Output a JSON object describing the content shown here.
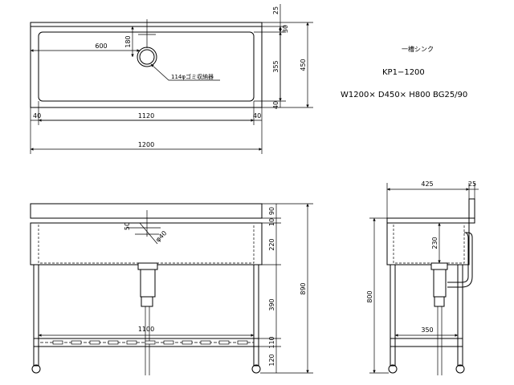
{
  "title_block": {
    "product_name": "一槽シンク",
    "model": "KP1−1200",
    "spec": "W1200× D450× H800 BG25/90"
  },
  "top_view": {
    "dim_600": "600",
    "dim_180": "180",
    "dim_1120": "1120",
    "dim_40_left": "40",
    "dim_40_right": "40",
    "dim_1200": "1200",
    "dim_25": "25",
    "dim_30": "30",
    "dim_355": "355",
    "dim_40_side": "40",
    "dim_450": "450",
    "drain_label": "114φゴミ収納器"
  },
  "front_view": {
    "dim_50": "50",
    "dim_40_drain": "φ40",
    "dim_90": "90",
    "dim_10": "10",
    "dim_220": "220",
    "dim_390": "390",
    "dim_110": "110",
    "dim_120": "120",
    "dim_890": "890",
    "dim_1100": "1100"
  },
  "side_view": {
    "dim_425": "425",
    "dim_25": "25",
    "dim_230": "230",
    "dim_800": "800",
    "dim_350": "350"
  }
}
